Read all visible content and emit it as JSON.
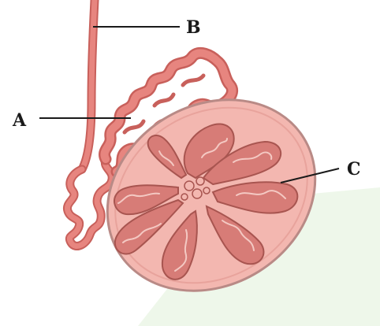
{
  "labels": {
    "a": "A",
    "b": "B",
    "c": "C"
  },
  "colors": {
    "tissue": "#e7857f",
    "tissue_dark": "#c8605b",
    "capsule": "#f3b7b0",
    "capsule_edge": "#b98a86",
    "lobule": "#d77c77",
    "lobule_edge": "#a85550",
    "leader": "#1a1a1a",
    "watermark": "#eef7ea"
  }
}
